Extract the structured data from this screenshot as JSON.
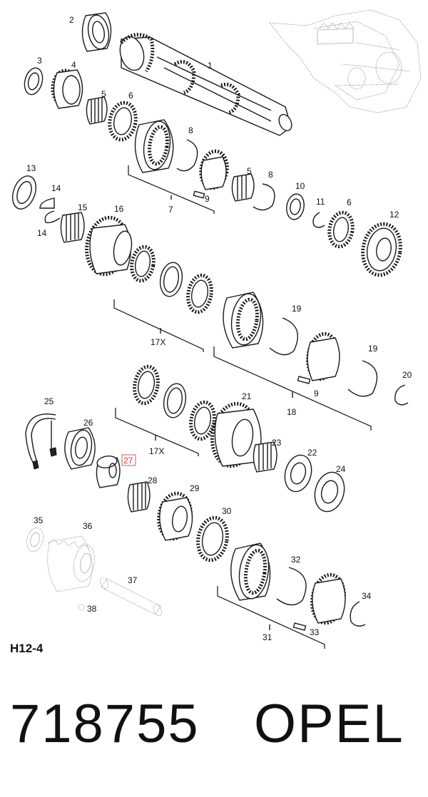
{
  "diagram": {
    "code": "H12-4",
    "part_number": "718755",
    "brand": "OPEL",
    "highlighted_label": "27",
    "labels": [
      "1",
      "2",
      "3",
      "4",
      "5",
      "6",
      "7",
      "8",
      "9",
      "5",
      "8",
      "10",
      "11",
      "6",
      "12",
      "13",
      "14",
      "14",
      "15",
      "16",
      "17X",
      "19",
      "19",
      "20",
      "9",
      "18",
      "25",
      "26",
      "21",
      "17X",
      "23",
      "22",
      "24",
      "27",
      "28",
      "29",
      "30",
      "35",
      "36",
      "37",
      "38",
      "32",
      "34",
      "31",
      "33"
    ]
  }
}
